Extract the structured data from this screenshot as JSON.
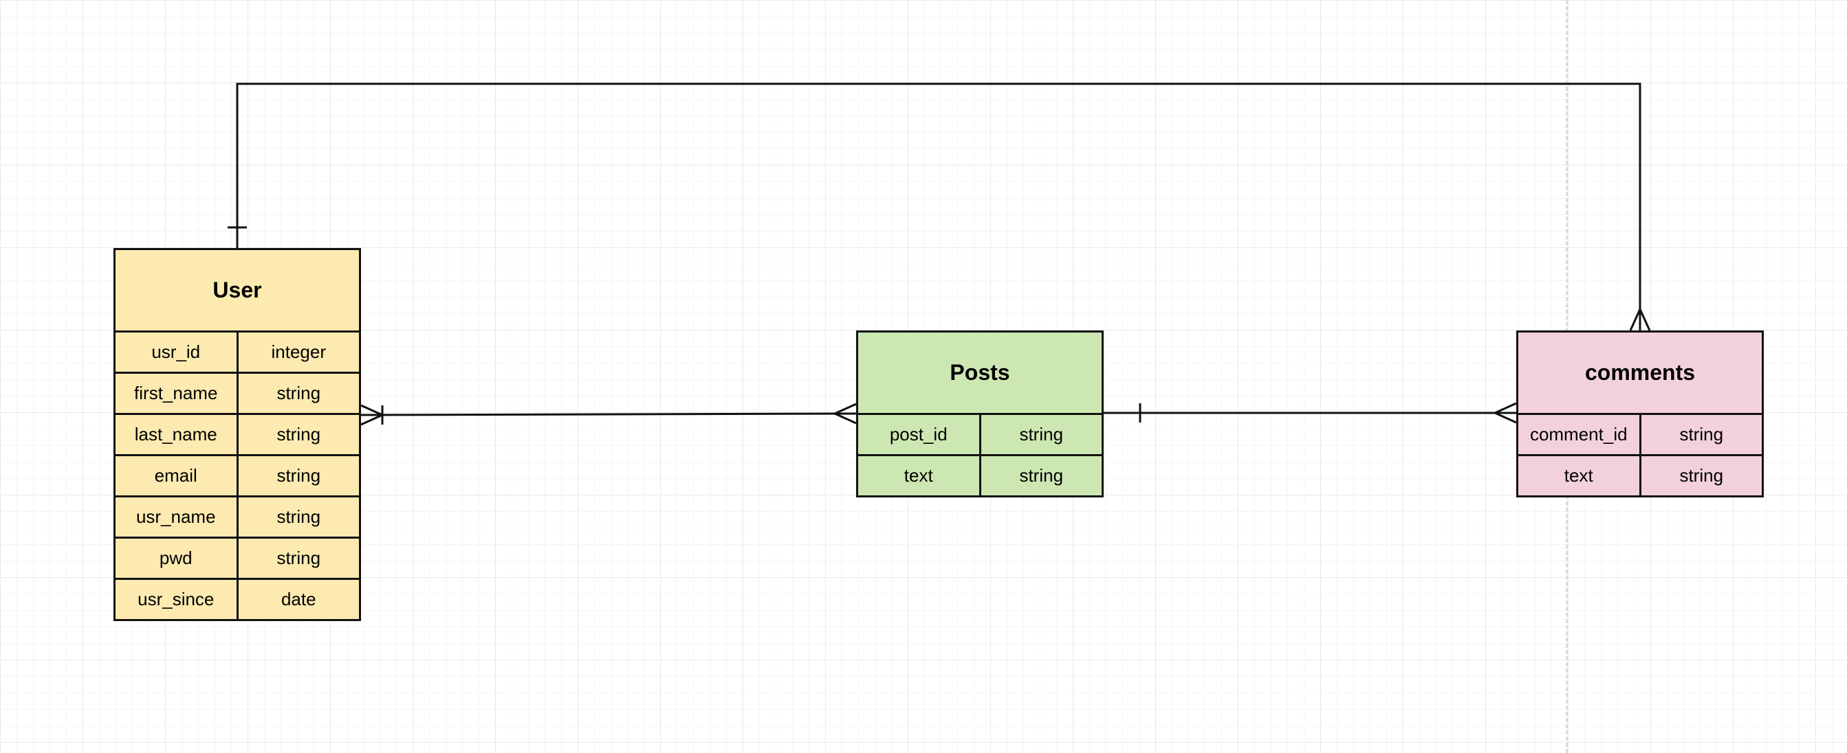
{
  "canvas": {
    "page_break_line_color": "#dcdcdc"
  },
  "entities": {
    "user": {
      "title": "User",
      "color": "#fdeab1",
      "attributes": [
        {
          "name": "usr_id",
          "type": "integer"
        },
        {
          "name": "first_name",
          "type": "string"
        },
        {
          "name": "last_name",
          "type": "string"
        },
        {
          "name": "email",
          "type": "string"
        },
        {
          "name": "usr_name",
          "type": "string"
        },
        {
          "name": "pwd",
          "type": "string"
        },
        {
          "name": "usr_since",
          "type": "date"
        }
      ]
    },
    "posts": {
      "title": "Posts",
      "color": "#cde7b3",
      "attributes": [
        {
          "name": "post_id",
          "type": "string"
        },
        {
          "name": "text",
          "type": "string"
        }
      ]
    },
    "comments": {
      "title": "comments",
      "color": "#f2d1dd",
      "attributes": [
        {
          "name": "comment_id",
          "type": "string"
        },
        {
          "name": "text",
          "type": "string"
        }
      ]
    }
  },
  "relationships": [
    {
      "from": "User",
      "to": "Posts",
      "from_cardinality": "one-or-many",
      "to_cardinality": "many"
    },
    {
      "from": "Posts",
      "to": "comments",
      "from_cardinality": "one",
      "to_cardinality": "many"
    },
    {
      "from": "User",
      "to": "comments",
      "from_cardinality": "one",
      "to_cardinality": "many"
    }
  ]
}
